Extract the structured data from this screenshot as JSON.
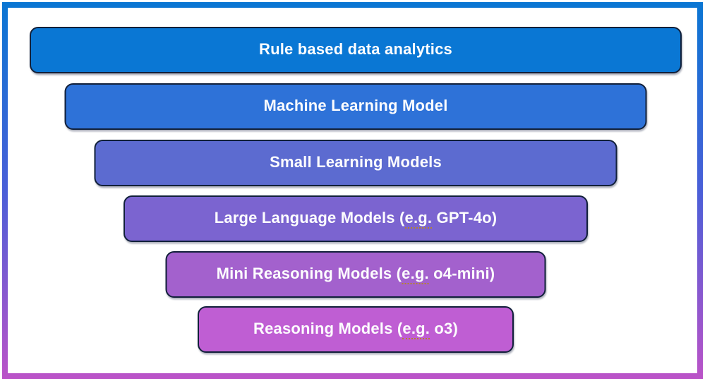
{
  "diagram": {
    "type": "funnel",
    "frame": {
      "gradient_top": "#0a76d3",
      "gradient_middle": "#4a5fd8",
      "gradient_bottom": "#bb53c8",
      "slide_background": "#ffffff"
    },
    "text_color": "#fdfdfe",
    "outline_color": "#11203a",
    "spellcheck_underline_color": "#b5832d",
    "bars": [
      {
        "label_start": "Rule based data analytics",
        "label_eg": "",
        "label_end": "",
        "fill": "#0a77d4"
      },
      {
        "label_start": "Machine Learning Model",
        "label_eg": "",
        "label_end": "",
        "fill": "#2e72d8"
      },
      {
        "label_start": "Small Learning Models",
        "label_eg": "",
        "label_end": "",
        "fill": "#5c6bd0"
      },
      {
        "label_start": "Large Language Models (",
        "label_eg": "e.g.",
        "label_end": " GPT-4o)",
        "fill": "#7b64d0"
      },
      {
        "label_start": "Mini Reasoning Models (",
        "label_eg": "e.g.",
        "label_end": " o4-mini)",
        "fill": "#a361cd"
      },
      {
        "label_start": "Reasoning Models (",
        "label_eg": "e.g.",
        "label_end": " o3)",
        "fill": "#bf5ed3"
      }
    ]
  }
}
